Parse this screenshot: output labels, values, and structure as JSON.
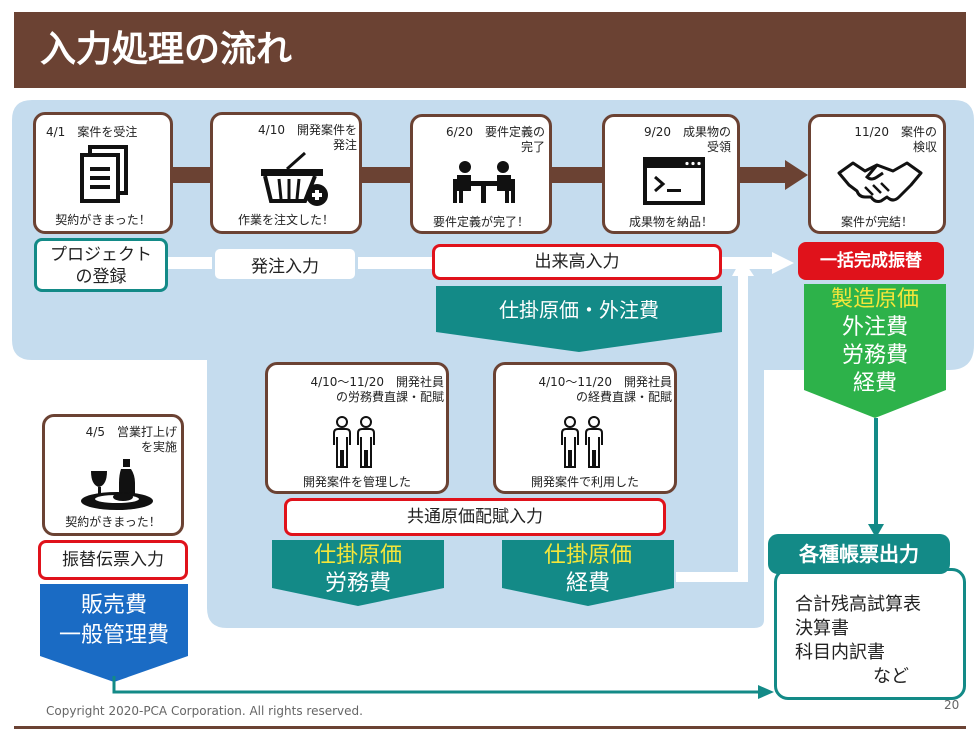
{
  "title": "入力処理の流れ",
  "timeline": [
    {
      "date": "4/1　案件を受注",
      "caption": "契約がきまった！",
      "icon": "document-icon"
    },
    {
      "date": "4/10　開発案件を\n発注",
      "caption": "作業を注文した！",
      "icon": "shopping-basket-icon"
    },
    {
      "date": "6/20　要件定義の\n完了",
      "caption": "要件定義が完了！",
      "icon": "meeting-icon"
    },
    {
      "date": "9/20　成果物の\n受領",
      "caption": "成果物を納品！",
      "icon": "terminal-icon"
    },
    {
      "date": "11/20　案件の\n検収",
      "caption": "案件が完結！",
      "icon": "handshake-icon"
    }
  ],
  "labels": {
    "project": "プロジェクト\nの登録",
    "order": "発注入力",
    "progress": "出来高入力",
    "complete": "一括完成振替",
    "common": "共通原価配賦入力",
    "transfer": "振替伝票入力"
  },
  "chevrons": {
    "wip_outsource": "仕掛原価・外注費",
    "manufacturing": [
      "製造原価",
      "外注費",
      "労務費",
      "経費"
    ],
    "wip_labor": [
      "仕掛原価",
      "労務費"
    ],
    "wip_expense": [
      "仕掛原価",
      "経費"
    ],
    "sales": [
      "販売費",
      "一般管理費"
    ]
  },
  "staff_cards": [
    {
      "date": "4/10～11/20　開発社員\nの労務費直課・配賦",
      "caption": "開発案件を管理した",
      "icon": "people-icon"
    },
    {
      "date": "4/10～11/20　開発社員\nの経費直課・配賦",
      "caption": "開発案件で利用した",
      "icon": "people-icon"
    }
  ],
  "sales_card": {
    "date": "4/5　営業打上げ\nを実施",
    "caption": "契約がきまった！",
    "icon": "dinner-icon"
  },
  "output": {
    "heading": "各種帳票出力",
    "items": [
      "合計残高試算表",
      "決算書",
      "科目内訳書"
    ],
    "more": "など"
  },
  "footer": {
    "copyright": "Copyright 2020-PCA Corporation. All rights reserved.",
    "page": "20"
  },
  "colors": {
    "brown": "#6b4233",
    "teal": "#138a87",
    "green": "#2db24a",
    "red": "#e0121b",
    "blue": "#1a6bc4",
    "bg": "#c5dcee",
    "yellow": "#f5e63a"
  }
}
